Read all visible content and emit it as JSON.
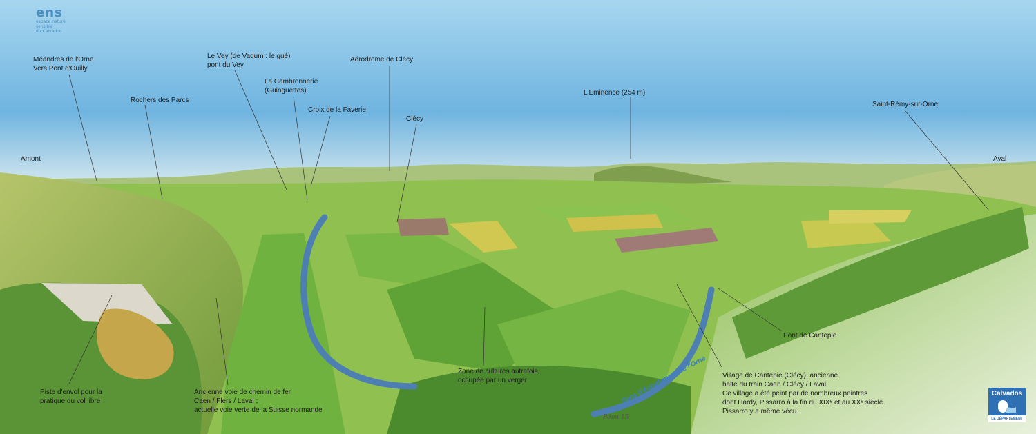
{
  "logo_ens": {
    "mark": "ens",
    "lines": [
      "espace naturel",
      "sensible",
      "du Calvados"
    ]
  },
  "logo_calvados": {
    "name": "Calvados",
    "subtitle": "LE DÉPARTEMENT"
  },
  "labels": {
    "amont": "Amont",
    "aval": "Aval",
    "meandres": [
      "Méandres de l'Orne",
      "Vers Pont d'Ouilly"
    ],
    "rochers": "Rochers des Parcs",
    "vey": [
      "Le Vey (de Vadum : le gué)",
      "pont du Vey"
    ],
    "cambronnerie": [
      "La Cambronnerie",
      "(Guinguettes)"
    ],
    "croix": "Croix de la Faverie",
    "aerodrome": "Aérodrome de Clécy",
    "clecy": "Clécy",
    "eminence": "L'Eminence (254 m)",
    "saint_remy": "Saint-Rémy-sur-Orne",
    "pont_cantepie": "Pont de Cantepie",
    "piste": [
      "Piste d'envol pour la",
      "pratique du vol libre"
    ],
    "voie": [
      "Ancienne voie de chemin de fer",
      "Caen / Flers / Laval ;",
      "actuelle voie verte de la Suisse normande"
    ],
    "zone": [
      "Zone de cultures autrefois,",
      "occupée par un verger"
    ],
    "village": [
      "Village de Cantepie (Clécy), ancienne",
      "halte du train Caen / Clécy / Laval.",
      "Ce village a été peint par de nombreux peintres",
      "dont Hardy, Pissarro à la fin du XIXᵉ et au XXᵉ siècle.",
      "Pissarro y a même vécu."
    ],
    "river_direction": "Sens d'écoulement de l'Orne"
  },
  "signature": "Pdou 15",
  "colors": {
    "sky": "#8ec8e8",
    "river": "#4e7fb2",
    "field_light": "#9ccc5a",
    "field_dark": "#4f8e2e",
    "logo_blue": "#2f6fb4"
  }
}
